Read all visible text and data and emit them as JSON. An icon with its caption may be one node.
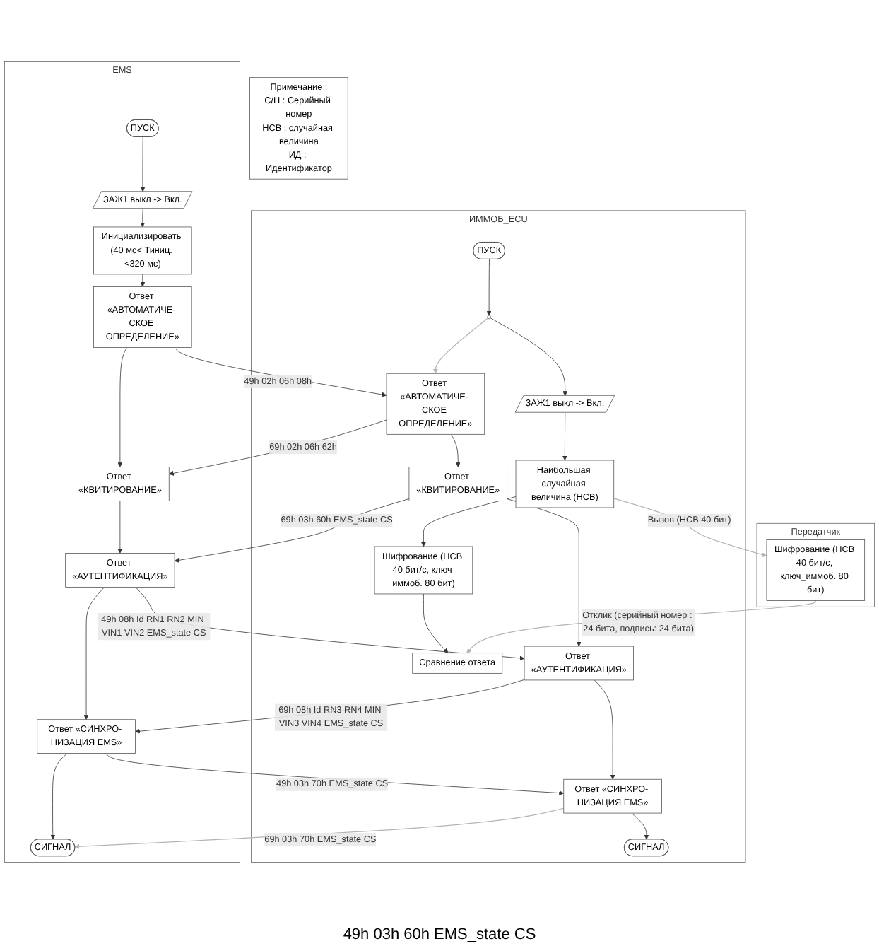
{
  "diagram": {
    "nodes": [
      {
        "text": [
          "Передатчик"
        ]
      },
      {
        "text": [
          "Шифрование (НСВ 40 бит/с, ключ_иммоб. 80 бит)"
        ],
        "in": 0
      },
      {
        "text": [
          "ИММОБ_ECU"
        ]
      },
      {
        "text": [
          "ПУСК"
        ],
        "in": 2
      },
      {
        "text": [],
        "shape": "circle",
        "in": 2
      },
      {
        "text": [
          "ЗАЖ1 выкл -> Вкл."
        ],
        "in": 2
      },
      {
        "text": [
          "Наибольшая случайная величина (НСВ)"
        ],
        "in": 2
      },
      {
        "text": [
          "Шифрование (НСВ 40 бит/с, ключ иммоб. 80 бит)"
        ],
        "in": 2
      },
      {
        "text": [
          "Сравнение ответа"
        ],
        "in": 2
      },
      {
        "text": [
          "Ответ «АВТОМАТИЧЕ- СКОЕ ОПРЕДЕЛЕНИЕ»"
        ],
        "in": 2
      },
      {
        "text": [
          "Ответ «КВИТИРОВАНИЕ»"
        ],
        "in": 2
      },
      {
        "text": [
          "Ответ «АУТЕНТИФИКАЦИЯ»"
        ],
        "in": 2
      },
      {
        "text": [
          "Ответ «СИНХРО- НИЗАЦИЯ EMS»"
        ],
        "in": 2
      },
      {
        "text": [
          "СИГНАЛ"
        ],
        "in": 2
      },
      {
        "text": [
          "EMS"
        ]
      },
      {
        "text": [
          "ПУСК"
        ],
        "in": 14
      },
      {
        "text": [
          "ЗАЖ1 выкл -> Вкл."
        ],
        "in": 14
      },
      {
        "text": [
          "Инициализировать (40 мс< Тиниц. <320 мс)"
        ],
        "in": 14
      },
      {
        "text": [
          "Ответ «АВТОМАТИЧЕ- СКОЕ ОПРЕДЕЛЕНИЕ»"
        ],
        "in": 14
      },
      {
        "text": [
          "Ответ «КВИТИРОВАНИЕ»"
        ],
        "in": 14
      },
      {
        "text": [
          "Ответ «АУТЕНТИФИКАЦИЯ»"
        ],
        "in": 14
      },
      {
        "text": [
          "Ответ «СИНХРО- НИЗАЦИЯ EMS»"
        ],
        "in": 14
      },
      {
        "text": [
          "СИГНАЛ"
        ],
        "in": 14
      },
      {
        "text": [
          "Примечание :",
          "С/Н : Серийный номер",
          "НСВ : случайная величина",
          "ИД : Идентификатор"
        ]
      }
    ],
    "edges": [
      {
        "from": 3,
        "to": 4,
        "arrow": "to"
      },
      {
        "from": 4,
        "to": 5,
        "arrow": "to"
      },
      {
        "from": 5,
        "to": 6,
        "arrow": "to"
      },
      {
        "from": 6,
        "to": 7,
        "arrow": "to"
      },
      {
        "from": 7,
        "to": 8,
        "arrow": "to"
      },
      {
        "from": 6,
        "to": 1,
        "arrow": "to",
        "label": "Вызов (НСВ 40 бит)",
        "color": "#b4b4b4"
      },
      {
        "from": 1,
        "to": 8,
        "arrow": "to",
        "label": "Отклик (серийный номер : 24 бита, подпись: 24 бита)",
        "color": "#b4b4b4"
      },
      {
        "from": 4,
        "to": 9,
        "arrow": "to",
        "color": "#b4b4b4"
      },
      {
        "from": 9,
        "to": 10,
        "arrow": "to"
      },
      {
        "from": 10,
        "to": 11,
        "arrow": "to"
      },
      {
        "from": 11,
        "to": 12,
        "arrow": "to"
      },
      {
        "from": 12,
        "to": 13,
        "arrow": "to"
      },
      {
        "from": 15,
        "to": 16,
        "arrow": "to"
      },
      {
        "from": 16,
        "to": 17,
        "arrow": "to"
      },
      {
        "from": 17,
        "to": 18,
        "arrow": "to"
      },
      {
        "from": 18,
        "to": 19,
        "arrow": "to"
      },
      {
        "from": 19,
        "to": 20,
        "arrow": "to"
      },
      {
        "from": 20,
        "to": 21,
        "arrow": "to"
      },
      {
        "from": 21,
        "to": 22,
        "arrow": "to"
      },
      {
        "from": 18,
        "to": 9,
        "arrow": "to",
        "label": "49h 02h 06h 08h"
      },
      {
        "from": 9,
        "to": 19,
        "arrow": "to",
        "label": "69h 02h 06h 62h"
      },
      {
        "from": 10,
        "to": 20,
        "arrow": "to",
        "label": "69h 03h 60h EMS_state CS"
      },
      {
        "from": 20,
        "to": 11,
        "arrow": "to",
        "label": "49h 08h Id RN1 RN2 MIN VIN1 VIN2 EMS_state CS"
      },
      {
        "from": 11,
        "to": 21,
        "arrow": "to",
        "label": "69h 08h Id RN3 RN4 MIN VIN3 VIN4 EMS_state CS"
      },
      {
        "from": 21,
        "to": 12,
        "arrow": "to",
        "label": "49h 03h 70h EMS_state CS"
      },
      {
        "from": 12,
        "to": 22,
        "arrow": "to",
        "label": "69h 03h 70h EMS_state CS",
        "color": "#b4b4b4"
      }
    ],
    "labels": [
      "49h 03h 60h EMS_state CS"
    ]
  }
}
